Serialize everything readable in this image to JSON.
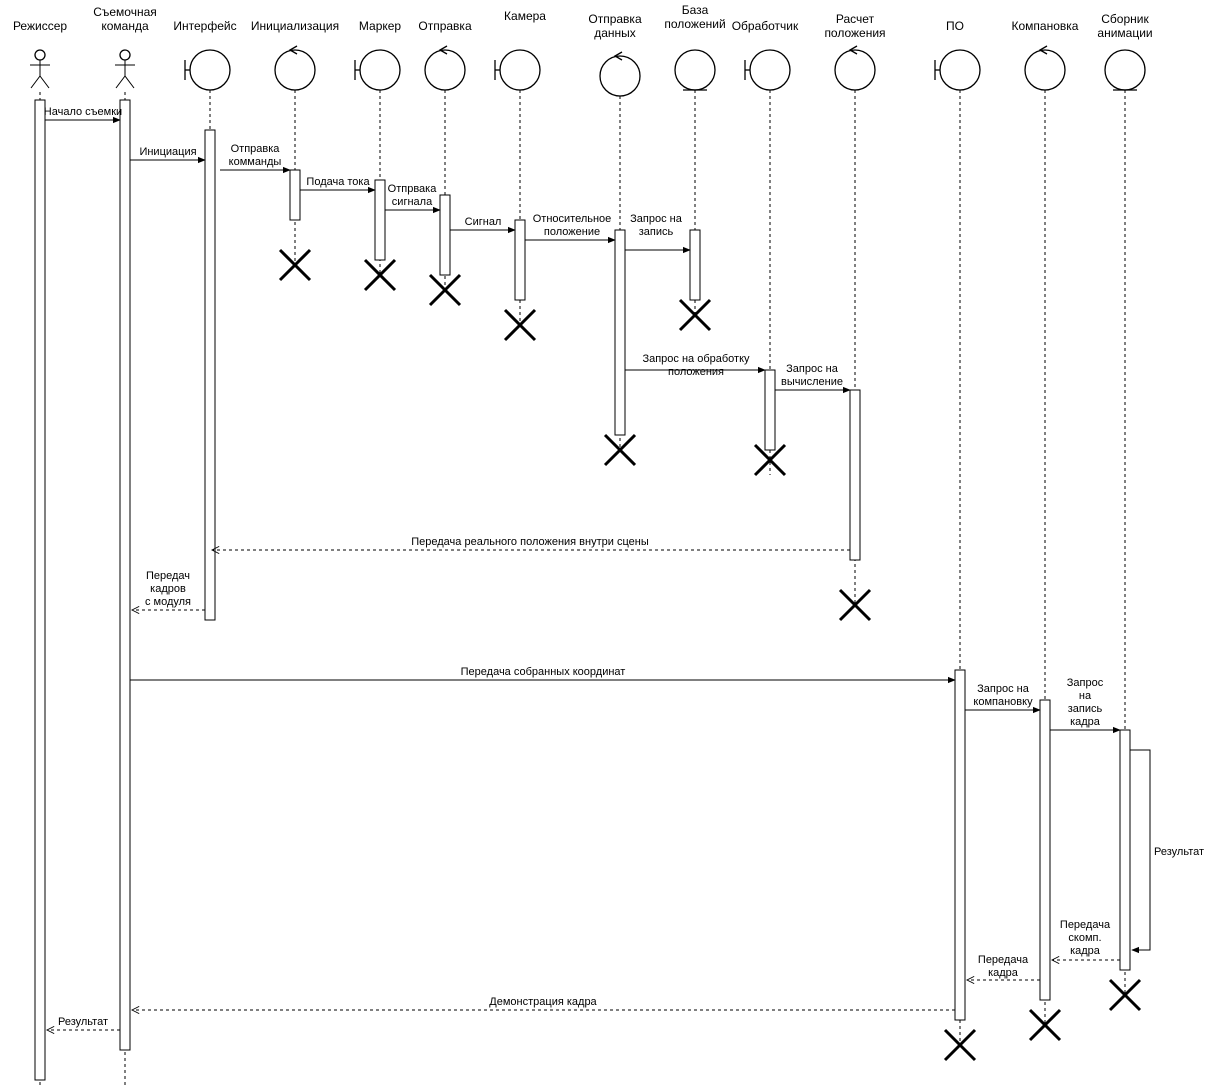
{
  "participants": [
    {
      "id": "rezhisser",
      "label": [
        "Режиссер"
      ],
      "kind": "actor"
    },
    {
      "id": "komanda",
      "label": [
        "Съемочная",
        "команда"
      ],
      "kind": "actor"
    },
    {
      "id": "interfeis",
      "label": [
        "Интерфейс"
      ],
      "kind": "boundary"
    },
    {
      "id": "init",
      "label": [
        "Инициализация"
      ],
      "kind": "control"
    },
    {
      "id": "marker",
      "label": [
        "Маркер"
      ],
      "kind": "boundary"
    },
    {
      "id": "otpravka",
      "label": [
        "Отправка"
      ],
      "kind": "control"
    },
    {
      "id": "kamera",
      "label": [
        "Камера"
      ],
      "kind": "boundary"
    },
    {
      "id": "otpr_dannyh",
      "label": [
        "Отправка",
        "данных"
      ],
      "kind": "control"
    },
    {
      "id": "baza",
      "label": [
        "База",
        "положений"
      ],
      "kind": "entity"
    },
    {
      "id": "obrabotchik",
      "label": [
        "Обработчик"
      ],
      "kind": "boundary"
    },
    {
      "id": "raschet",
      "label": [
        "Расчет",
        "положения"
      ],
      "kind": "control"
    },
    {
      "id": "po",
      "label": [
        "ПО"
      ],
      "kind": "boundary"
    },
    {
      "id": "komponovka",
      "label": [
        "Компановка"
      ],
      "kind": "control"
    },
    {
      "id": "sbornik",
      "label": [
        "Сборник",
        "анимации"
      ],
      "kind": "entity"
    }
  ],
  "messages": [
    {
      "label": [
        "Начало съемки"
      ],
      "kind": "sync"
    },
    {
      "label": [
        "Инициация"
      ],
      "kind": "sync"
    },
    {
      "label": [
        "Отправка",
        "комманды"
      ],
      "kind": "sync"
    },
    {
      "label": [
        "Подача тока"
      ],
      "kind": "sync"
    },
    {
      "label": [
        "Отпрвака",
        "сигнала"
      ],
      "kind": "sync"
    },
    {
      "label": [
        "Сигнал"
      ],
      "kind": "sync"
    },
    {
      "label": [
        "Относительное",
        "положение"
      ],
      "kind": "sync"
    },
    {
      "label": [
        "Запрос на",
        "запись"
      ],
      "kind": "sync"
    },
    {
      "label": [
        "Запрос на обработку",
        "положения"
      ],
      "kind": "sync"
    },
    {
      "label": [
        "Запрос на",
        "вычисление"
      ],
      "kind": "sync"
    },
    {
      "label": [
        "Передача реального положения внутри сцены"
      ],
      "kind": "return"
    },
    {
      "label": [
        "Передач",
        "кадров",
        "с модуля"
      ],
      "kind": "return"
    },
    {
      "label": [
        "Передача собранных координат"
      ],
      "kind": "sync"
    },
    {
      "label": [
        "Запрос на",
        "компановку"
      ],
      "kind": "sync"
    },
    {
      "label": [
        "Запрос",
        "на",
        "запись",
        "кадра"
      ],
      "kind": "sync"
    },
    {
      "label": [
        "Результат"
      ],
      "kind": "self"
    },
    {
      "label": [
        "Передача",
        "скомп.",
        "кадра"
      ],
      "kind": "return"
    },
    {
      "label": [
        "Передача",
        "кадра"
      ],
      "kind": "return"
    },
    {
      "label": [
        "Демонстрация кадра"
      ],
      "kind": "return"
    },
    {
      "label": [
        "Результат"
      ],
      "kind": "return"
    }
  ]
}
